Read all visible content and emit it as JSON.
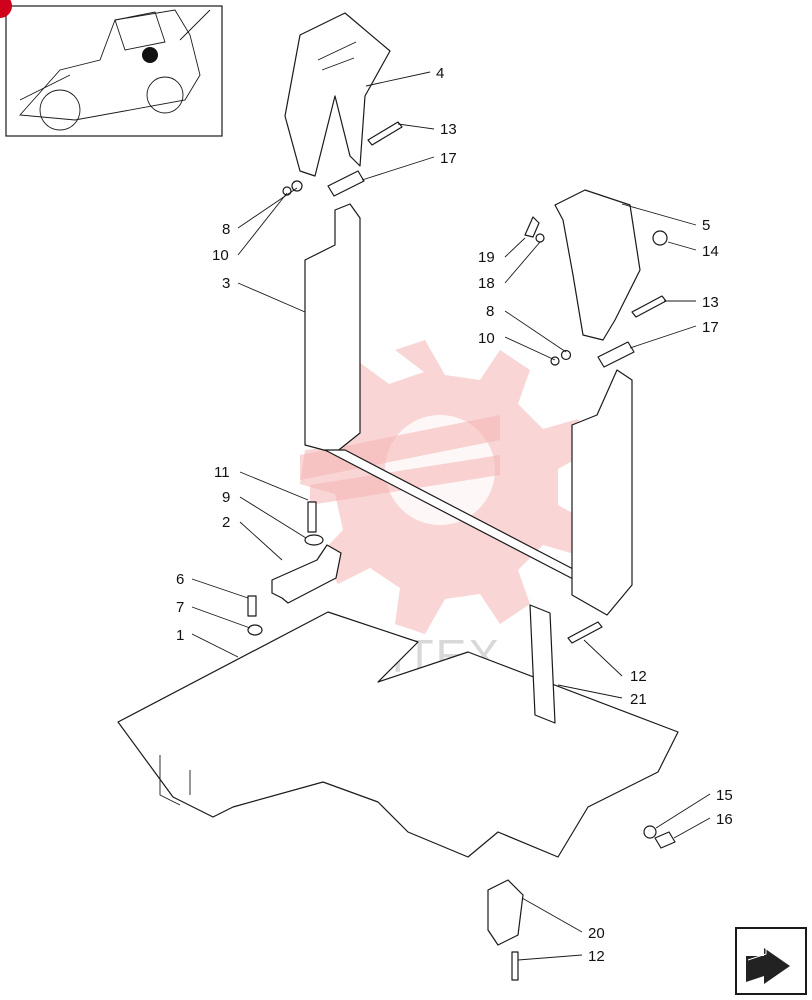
{
  "callouts": [
    {
      "id": "4",
      "label": "4"
    },
    {
      "id": "13a",
      "label": "13"
    },
    {
      "id": "17a",
      "label": "17"
    },
    {
      "id": "8a",
      "label": "8"
    },
    {
      "id": "10a",
      "label": "10"
    },
    {
      "id": "3",
      "label": "3"
    },
    {
      "id": "5",
      "label": "5"
    },
    {
      "id": "19",
      "label": "19"
    },
    {
      "id": "14",
      "label": "14"
    },
    {
      "id": "18",
      "label": "18"
    },
    {
      "id": "8b",
      "label": "8"
    },
    {
      "id": "13b",
      "label": "13"
    },
    {
      "id": "10b",
      "label": "10"
    },
    {
      "id": "17b",
      "label": "17"
    },
    {
      "id": "11",
      "label": "11"
    },
    {
      "id": "9",
      "label": "9"
    },
    {
      "id": "2",
      "label": "2"
    },
    {
      "id": "6",
      "label": "6"
    },
    {
      "id": "7",
      "label": "7"
    },
    {
      "id": "1",
      "label": "1"
    },
    {
      "id": "12a",
      "label": "12"
    },
    {
      "id": "21",
      "label": "21"
    },
    {
      "id": "15",
      "label": "15"
    },
    {
      "id": "16",
      "label": "16"
    },
    {
      "id": "20",
      "label": "20"
    },
    {
      "id": "12b",
      "label": "12"
    }
  ],
  "watermark": {
    "text": "MHTEX"
  },
  "colors": {
    "line": "#1a1a1a",
    "watermark": "#f4b3b3",
    "marker": "#d0021b"
  },
  "icons": {
    "next_page": "arrow-next-icon",
    "thumbnail": "backhoe-loader-thumbnail"
  }
}
